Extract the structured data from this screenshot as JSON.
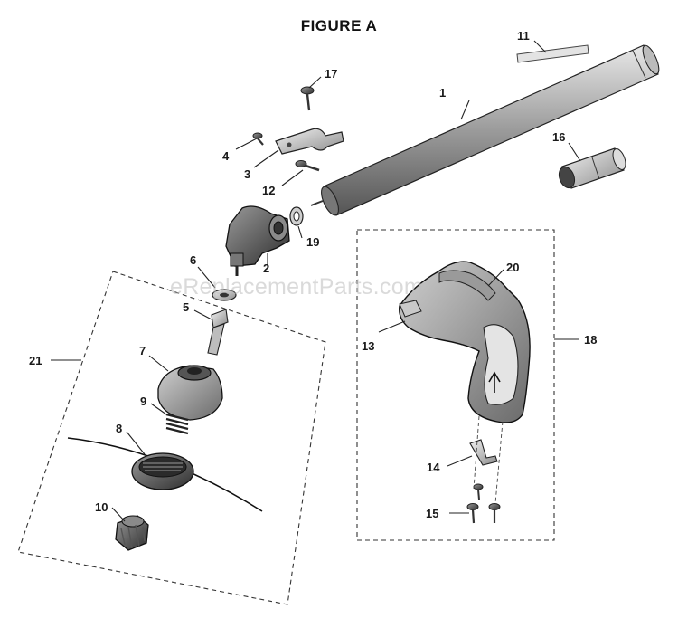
{
  "figure": {
    "title": "FIGURE A"
  },
  "watermark": "eReplacementParts.com",
  "callouts": {
    "c1": "1",
    "c2": "2",
    "c3": "3",
    "c4": "4",
    "c5": "5",
    "c6": "6",
    "c7": "7",
    "c8": "8",
    "c9": "9",
    "c10": "10",
    "c11": "11",
    "c12": "12",
    "c13": "13",
    "c14": "14",
    "c15": "15",
    "c16": "16",
    "c17": "17",
    "c18": "18",
    "c19": "19",
    "c20": "20",
    "c21": "21"
  }
}
